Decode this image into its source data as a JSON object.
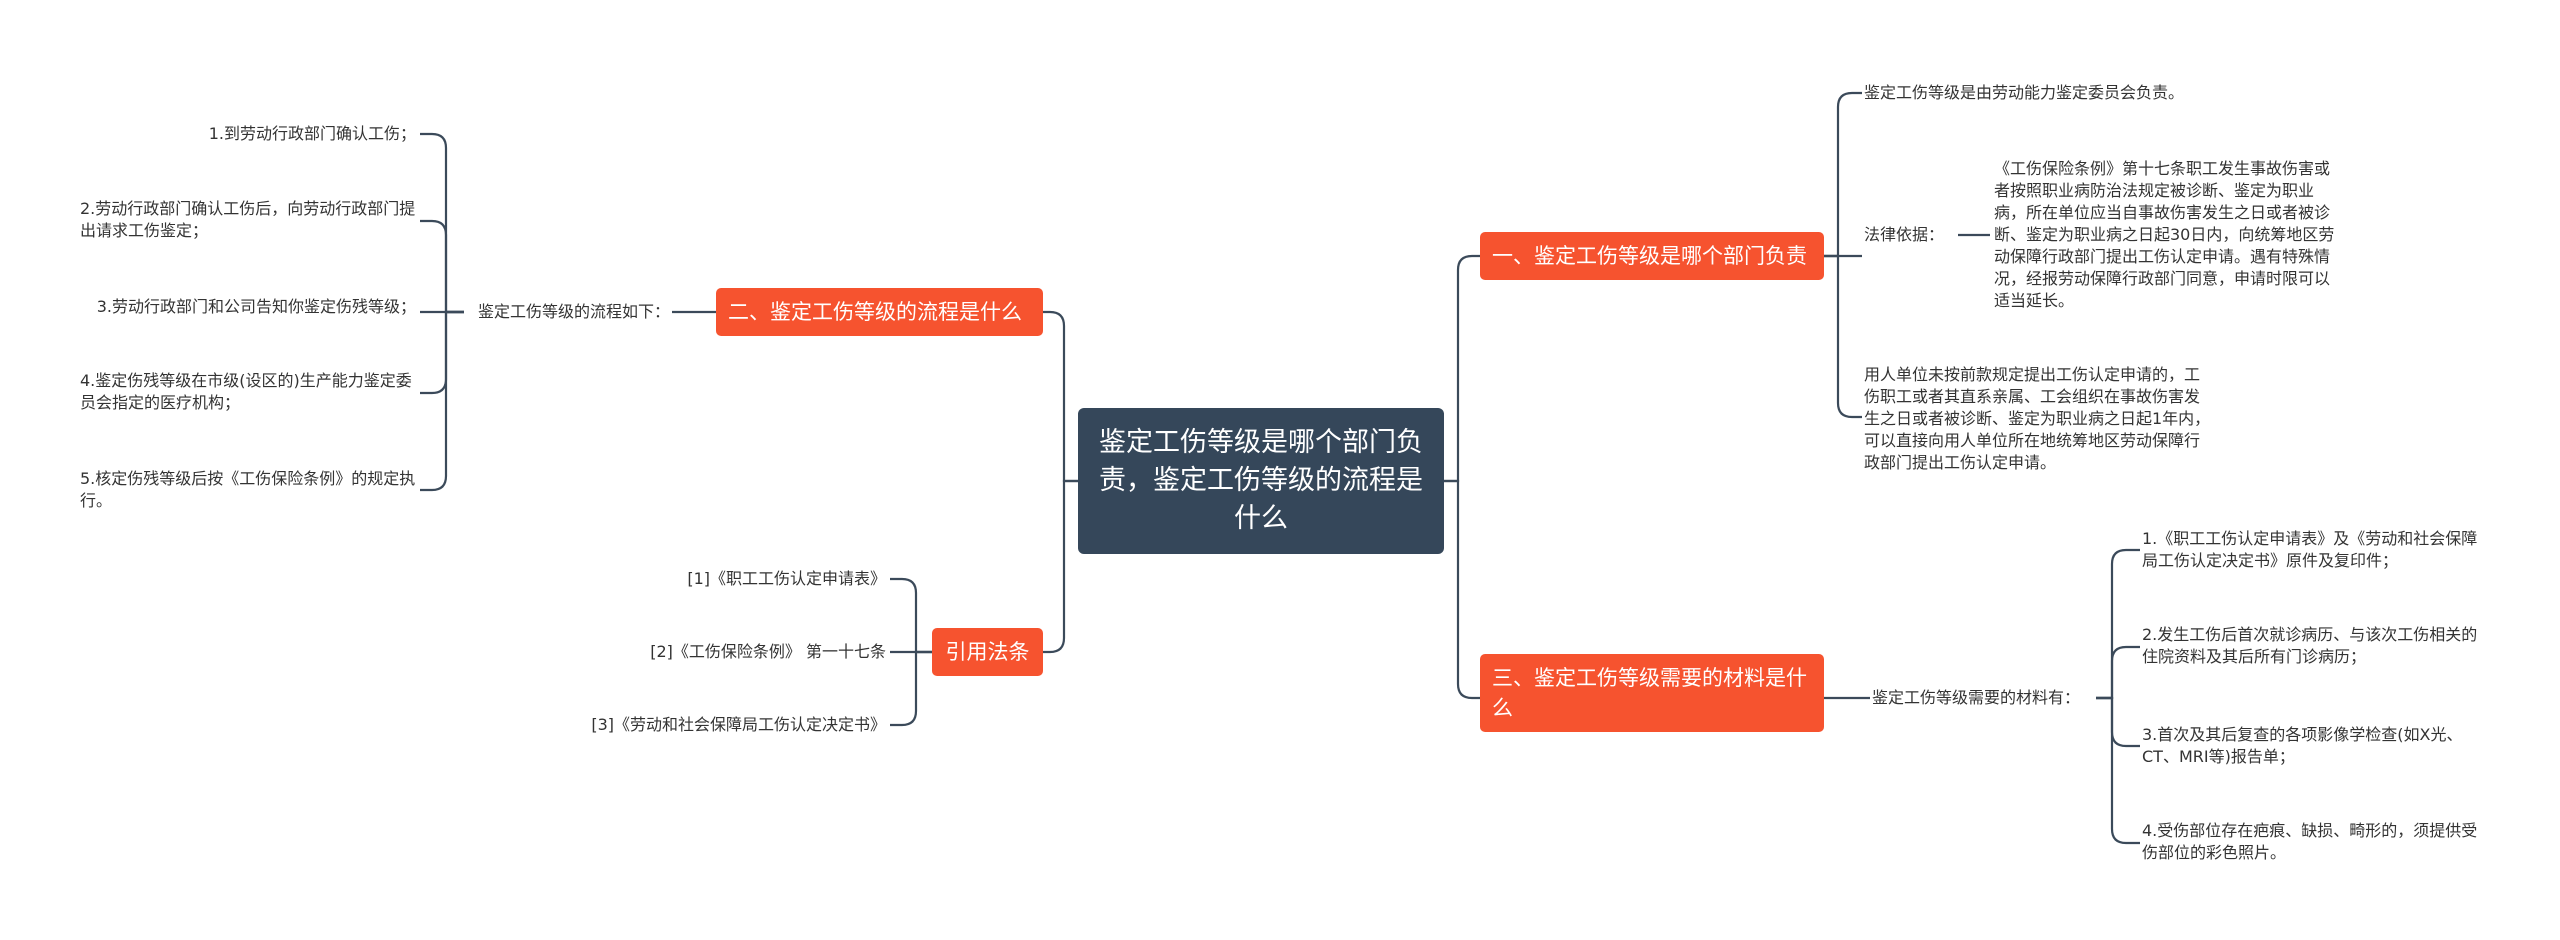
{
  "root": {
    "title": "鉴定工伤等级是哪个部门负责，鉴定工伤等级的流程是什么"
  },
  "right": {
    "b1": {
      "label": "一、鉴定工伤等级是哪个部门负责",
      "t1": "鉴定工伤等级是由劳动能力鉴定委员会负责。",
      "legal_label": "法律依据：",
      "legal_text": "《工伤保险条例》第十七条职工发生事故伤害或者按照职业病防治法规定被诊断、鉴定为职业病，所在单位应当自事故伤害发生之日或者被诊断、鉴定为职业病之日起30日内，向统筹地区劳动保障行政部门提出工伤认定申请。遇有特殊情况，经报劳动保障行政部门同意，申请时限可以适当延长。",
      "t3": "用人单位未按前款规定提出工伤认定申请的，工伤职工或者其直系亲属、工会组织在事故伤害发生之日或者被诊断、鉴定为职业病之日起1年内，可以直接向用人单位所在地统筹地区劳动保障行政部门提出工伤认定申请。"
    },
    "b3": {
      "label": "三、鉴定工伤等级需要的材料是什么",
      "mid": "鉴定工伤等级需要的材料有：",
      "items": [
        "1.《职工工伤认定申请表》及《劳动和社会保障局工伤认定决定书》原件及复印件；",
        "2.发生工伤后首次就诊病历、与该次工伤相关的住院资料及其后所有门诊病历；",
        "3.首次及其后复查的各项影像学检查(如X光、CT、MRI等)报告单；",
        "4.受伤部位存在疤痕、缺损、畸形的，须提供受伤部位的彩色照片。"
      ]
    }
  },
  "left": {
    "b2": {
      "label": "二、鉴定工伤等级的流程是什么",
      "mid": "鉴定工伤等级的流程如下：",
      "items": [
        "1.到劳动行政部门确认工伤；",
        "2.劳动行政部门确认工伤后，向劳动行政部门提出请求工伤鉴定；",
        "3.劳动行政部门和公司告知你鉴定伤残等级；",
        "4.鉴定伤残等级在市级(设区的)生产能力鉴定委员会指定的医疗机构；",
        "5.核定伤残等级后按《工伤保险条例》的规定执行。"
      ]
    },
    "b4": {
      "label": "引用法条",
      "items": [
        "[1]《职工工伤认定申请表》",
        "[2]《工伤保险条例》 第一十七条",
        "[3]《劳动和社会保障局工伤认定决定书》"
      ]
    }
  }
}
